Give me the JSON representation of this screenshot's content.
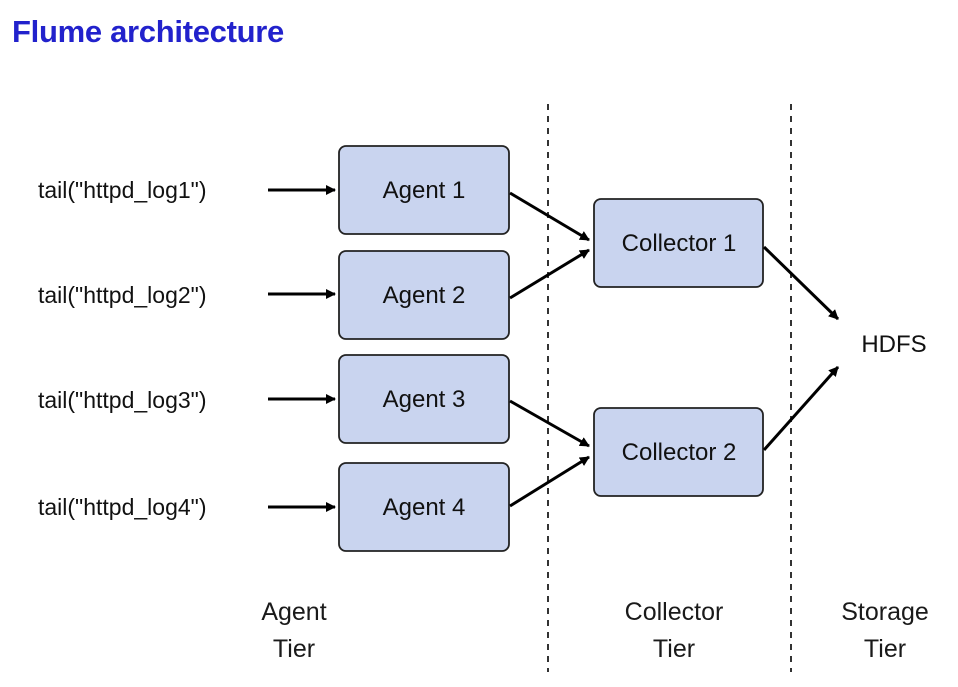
{
  "title": "Flume architecture",
  "sources": [
    "tail(\"httpd_log1\")",
    "tail(\"httpd_log2\")",
    "tail(\"httpd_log3\")",
    "tail(\"httpd_log4\")"
  ],
  "agents": [
    "Agent 1",
    "Agent 2",
    "Agent 3",
    "Agent 4"
  ],
  "collectors": [
    "Collector 1",
    "Collector 2"
  ],
  "storage": "HDFS",
  "tiers": [
    {
      "line1": "Agent",
      "line2": "Tier"
    },
    {
      "line1": "Collector",
      "line2": "Tier"
    },
    {
      "line1": "Storage",
      "line2": "Tier"
    }
  ],
  "colors": {
    "title": "#2222cc",
    "box_fill": "#c9d4ef",
    "box_stroke": "#222222",
    "arrow": "#000000"
  }
}
